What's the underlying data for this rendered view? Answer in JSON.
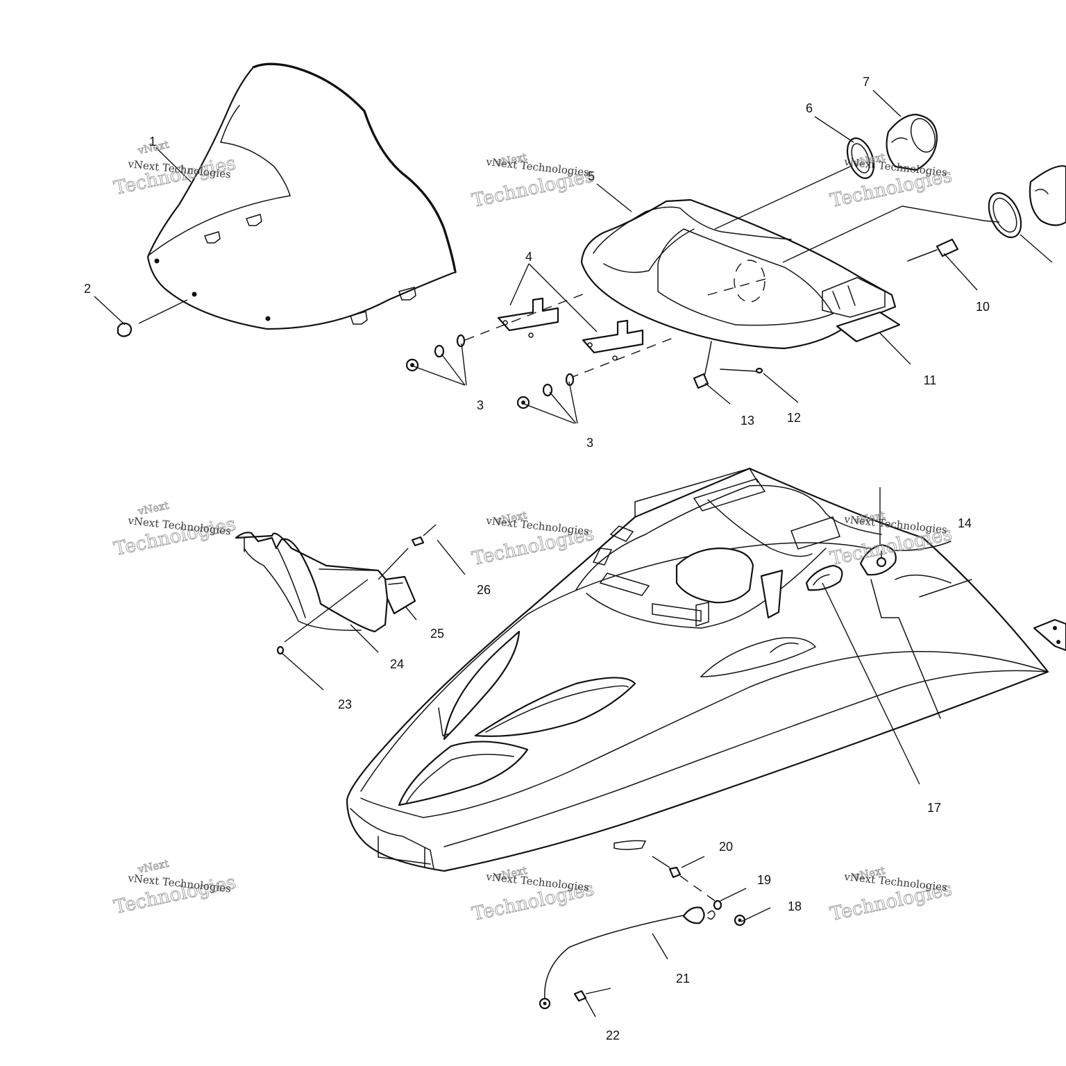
{
  "callouts": [
    {
      "id": "1",
      "label": "1"
    },
    {
      "id": "2",
      "label": "2"
    },
    {
      "id": "3a",
      "label": "3"
    },
    {
      "id": "3b",
      "label": "3"
    },
    {
      "id": "4",
      "label": "4"
    },
    {
      "id": "5",
      "label": "5"
    },
    {
      "id": "6",
      "label": "6"
    },
    {
      "id": "7",
      "label": "7"
    },
    {
      "id": "10",
      "label": "10"
    },
    {
      "id": "11",
      "label": "11"
    },
    {
      "id": "12",
      "label": "12"
    },
    {
      "id": "13",
      "label": "13"
    },
    {
      "id": "14",
      "label": "14"
    },
    {
      "id": "17",
      "label": "17"
    },
    {
      "id": "18",
      "label": "18"
    },
    {
      "id": "19",
      "label": "19"
    },
    {
      "id": "20",
      "label": "20"
    },
    {
      "id": "21",
      "label": "21"
    },
    {
      "id": "22",
      "label": "22"
    },
    {
      "id": "23",
      "label": "23"
    },
    {
      "id": "24",
      "label": "24"
    },
    {
      "id": "25",
      "label": "25"
    },
    {
      "id": "26",
      "label": "26"
    }
  ],
  "watermark": {
    "line1": "vNext",
    "line2": "vNext Technologies",
    "line3": "Technologies"
  }
}
